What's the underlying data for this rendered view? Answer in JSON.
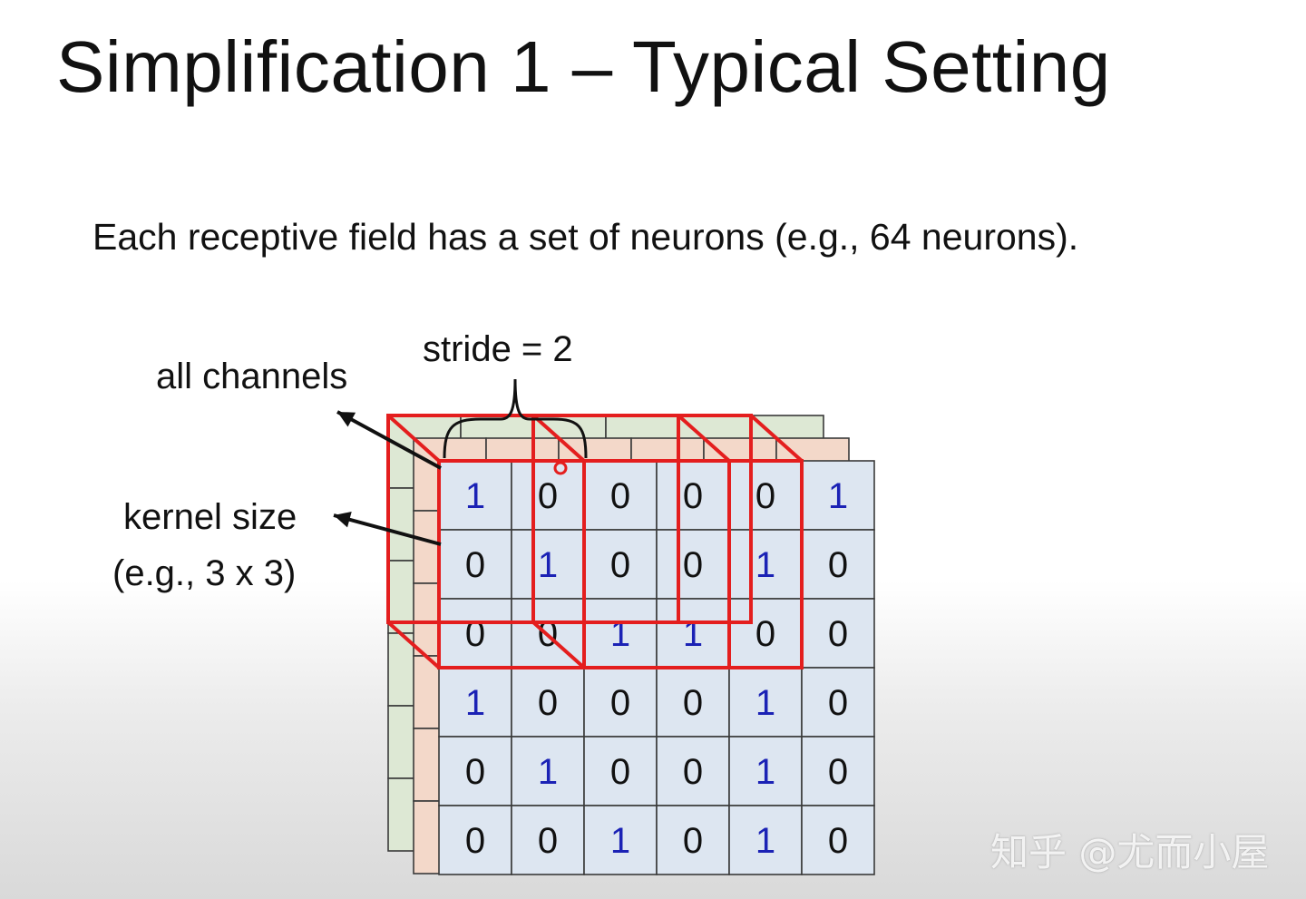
{
  "title": "Simplification 1 – Typical Setting",
  "subtitle": "Each receptive field has a set of neurons (e.g., 64 neurons).",
  "labels": {
    "all_channels": "all channels",
    "stride": "stride = 2",
    "kernel_size": "kernel size",
    "kernel_example": "(e.g., 3 x 3)"
  },
  "grid": [
    [
      1,
      0,
      0,
      0,
      0,
      1
    ],
    [
      0,
      1,
      0,
      0,
      1,
      0
    ],
    [
      0,
      0,
      1,
      1,
      0,
      0
    ],
    [
      1,
      0,
      0,
      0,
      1,
      0
    ],
    [
      0,
      1,
      0,
      0,
      1,
      0
    ],
    [
      0,
      0,
      1,
      0,
      1,
      0
    ]
  ],
  "colors": {
    "front_channel": "#dde6f1",
    "middle_channel": "#f3d8c9",
    "back_channel": "#dde8d4",
    "receptive_field": "#e41e1e",
    "one_digit": "#1b22b5",
    "zero_digit": "#111111"
  },
  "watermark": "知乎 @尤而小屋"
}
